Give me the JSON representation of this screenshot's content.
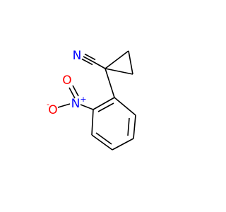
{
  "molecule": {
    "atoms": {
      "nitrile_n": {
        "symbol": "N",
        "color": "#0000ff"
      },
      "nitro_n": {
        "symbol": "N",
        "charge": "+",
        "color": "#0000ff"
      },
      "nitro_o_top": {
        "symbol": "O",
        "color": "#ff0000"
      },
      "nitro_o_left": {
        "symbol": "O",
        "charge": "-",
        "color": "#ff0000"
      }
    },
    "bond_color": "#000000"
  }
}
